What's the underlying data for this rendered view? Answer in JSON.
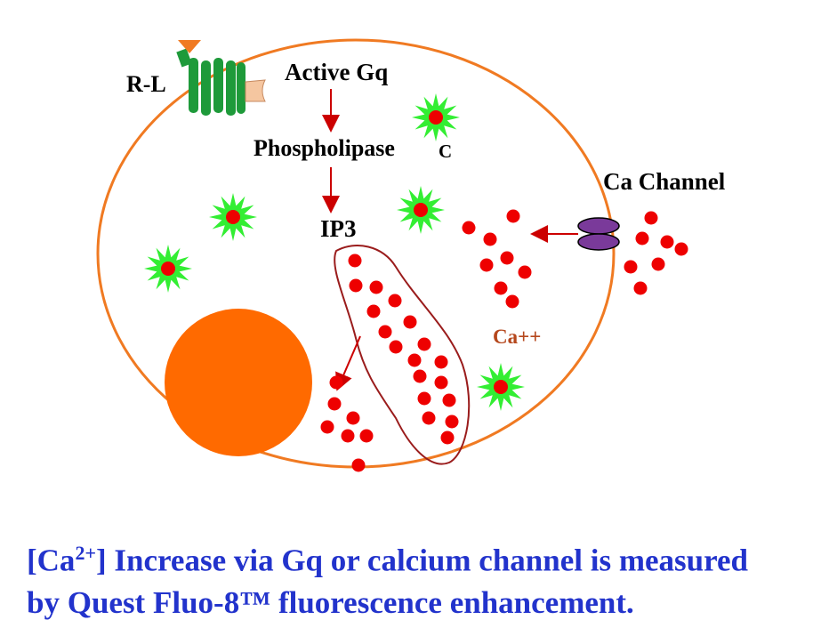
{
  "labels": {
    "receptor": "R-L",
    "active_gq": "Active Gq",
    "phospholipase": "Phospholipase",
    "phospholipase_suffix": "C",
    "ip3": "IP3",
    "ca_channel": "Ca Channel",
    "ca_ions": "Ca++"
  },
  "caption": {
    "line1_open": "[Ca",
    "line1_sup": "2+",
    "line1_rest": "] Increase via Gq or calcium channel is measured",
    "line2": "by Quest Fluo-8™ fluorescence enhancement."
  },
  "colors": {
    "cell_membrane": "#f07a22",
    "nucleus": "#ff6a00",
    "receptor": "#1e9a3a",
    "ligand": "#f07a22",
    "calcium": "#ee0000",
    "er_outline": "#9a1c1c",
    "channel": "#7a3a9a",
    "indicator_star": "#33ee33",
    "arrow": "#cc0000",
    "ca_label": "#b5471c",
    "caption": "#2233cc"
  }
}
